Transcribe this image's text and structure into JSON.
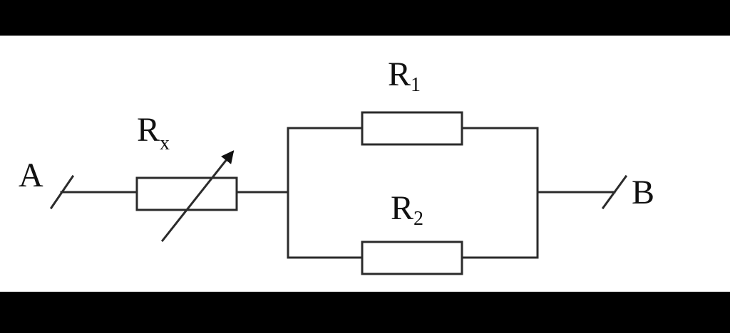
{
  "diagram": {
    "terminal_a": "A",
    "terminal_b": "B",
    "rx": {
      "letter": "R",
      "sub": "x"
    },
    "r1": {
      "letter": "R",
      "sub": "1"
    },
    "r2": {
      "letter": "R",
      "sub": "2"
    }
  },
  "colors": {
    "letterbox": "#000000",
    "paper": "#ffffff",
    "ink": "#2b2b2b"
  }
}
